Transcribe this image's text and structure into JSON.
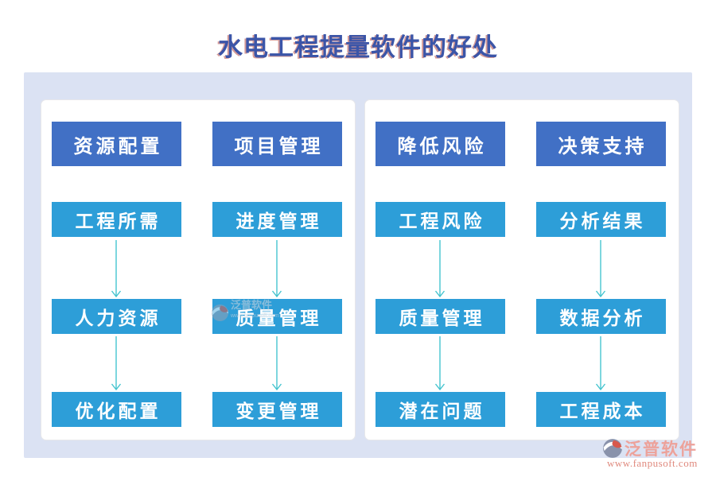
{
  "title": "水电工程提量软件的好处",
  "panels": [
    {
      "columns": [
        {
          "header": "资源配置",
          "items": [
            "工程所需",
            "人力资源",
            "优化配置"
          ]
        },
        {
          "header": "项目管理",
          "items": [
            "进度管理",
            "质量管理",
            "变更管理"
          ]
        }
      ]
    },
    {
      "columns": [
        {
          "header": "降低风险",
          "items": [
            "工程风险",
            "质量管理",
            "潜在问题"
          ]
        },
        {
          "header": "决策支持",
          "items": [
            "分析结果",
            "数据分析",
            "工程成本"
          ]
        }
      ]
    }
  ],
  "watermark": {
    "name": "泛普软件",
    "sub": "www.fanpusoft.com"
  },
  "brand": {
    "name": "泛普软件",
    "url": "www.fanpusoft.com"
  },
  "colors": {
    "header_blue": "#4170c5",
    "item_blue": "#2d9ed8",
    "arrow_teal": "#45c4cf",
    "container_bg": "#dbe2f3",
    "title_blue": "#3b55a8",
    "title_shadow": "#b44a44",
    "brand_coral": "#eda29a",
    "brand_url_color": "#e08a7e"
  }
}
